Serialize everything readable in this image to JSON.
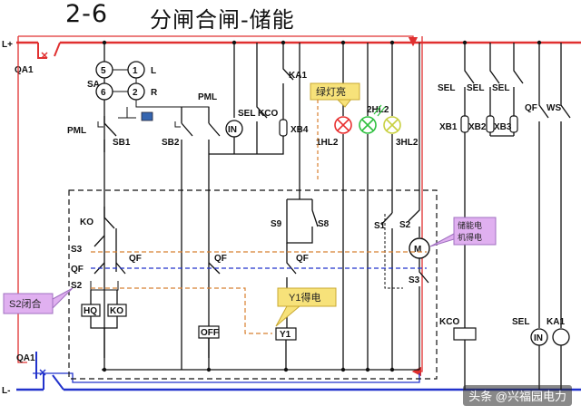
{
  "header": {
    "section": "2-6",
    "title": "分闸合闸-储能"
  },
  "rails": {
    "positive": "L+",
    "negative": "L-"
  },
  "breaker": "QA1",
  "labels": {
    "sw5": "5",
    "sw1": "1",
    "swL": "L",
    "sa": "SA",
    "sw6": "6",
    "sw2": "2",
    "swR": "R",
    "pml_left": "PML",
    "pml_top": "PML",
    "sb1": "SB1",
    "sb2": "SB2",
    "sel_in": "SEL",
    "in_symbol": "IN",
    "kco_top": "KCO",
    "ka1_top": "KA1",
    "xb4": "XB4",
    "hl1": "1HL2",
    "hl2": "2HL2",
    "hl3": "3HL2",
    "sel_r1": "SEL",
    "sel_r2": "SEL",
    "sel_r3": "SEL",
    "qf_r": "QF",
    "ws_r": "WS",
    "xb1": "XB1",
    "xb2": "XB2",
    "xb3": "XB3",
    "ko_top": "KO",
    "s3_left": "S3",
    "qf_left": "QF",
    "s2_left": "S2",
    "qf_mid1": "QF",
    "hq": "HQ",
    "ko_coil": "KO",
    "qf_mid2": "QF",
    "off": "OFF",
    "s9": "S9",
    "s8": "S8",
    "qf_mid3": "QF",
    "y1": "Y1",
    "s1_right": "S1",
    "s2_right": "S2",
    "s3_right": "S3",
    "motor": "M",
    "kco_bottom": "KCO",
    "sel_bottom": "SEL",
    "in_bottom": "IN",
    "ka1_bottom": "KA1"
  },
  "callouts": {
    "green_lamp": "绿灯亮",
    "s2_closed": "S2闭合",
    "y1_energized": "Y1得电",
    "motor_energized": "储能电机得电"
  },
  "watermark": "头条 @兴福园电力",
  "colors": {
    "positive_rail": "#e03030",
    "negative_rail": "#2233cc",
    "callout_yellow": "#f7e27a",
    "callout_purple": "#e0b0f0",
    "lamp_red": "#e83030",
    "lamp_green": "#30c040",
    "lamp_yellow": "#d9e050"
  }
}
